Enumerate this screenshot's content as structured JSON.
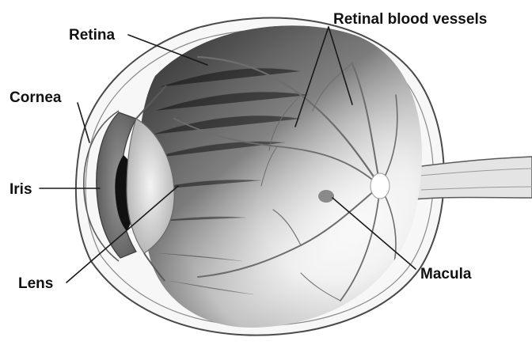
{
  "labels": {
    "retina": "Retina",
    "retinal_blood_vessels": "Retinal blood vessels",
    "cornea": "Cornea",
    "iris": "Iris",
    "lens": "Lens",
    "macula": "Macula"
  },
  "colors": {
    "text": "#111111",
    "leader_line": "#1a1a1a",
    "retina_dark": "#3a3a3a",
    "fundus_light": "#f2f2f2",
    "vessel": "#6d6d6d"
  }
}
